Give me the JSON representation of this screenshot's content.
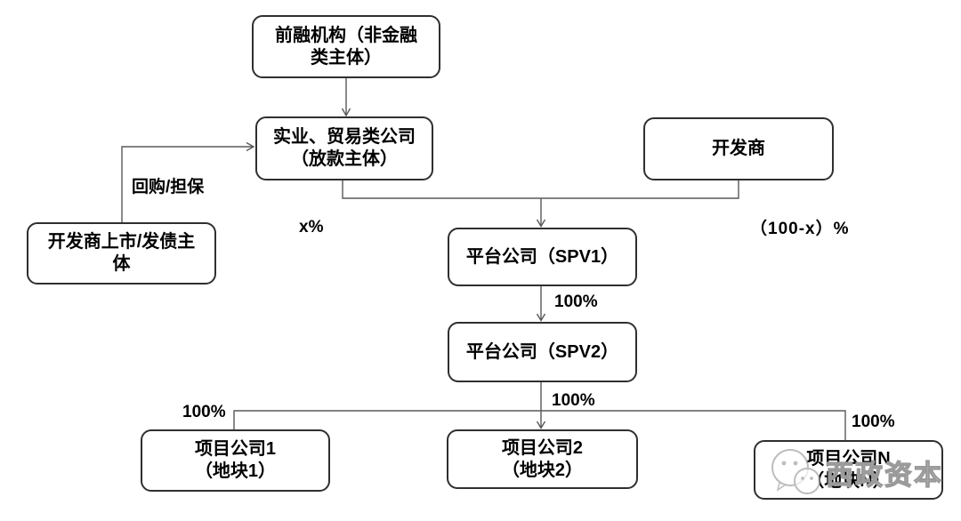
{
  "diagram": {
    "boxes": {
      "qianrong": {
        "line1": "前融机构（非金融",
        "line2": "类主体）"
      },
      "shiye": {
        "line1": "实业、贸易类公司",
        "line2": "（放款主体）"
      },
      "developer": {
        "line1": "开发商"
      },
      "listed": {
        "line1": "开发商上市/发债主",
        "line2": "体"
      },
      "spv1": {
        "line1": "平台公司（SPV1）"
      },
      "spv2": {
        "line1": "平台公司（SPV2）"
      },
      "proj1": {
        "line1": "项目公司1",
        "line2": "（地块1）"
      },
      "proj2": {
        "line1": "项目公司2",
        "line2": "（地块2）"
      },
      "projN": {
        "line1": "项目公司N",
        "line2": "（地块N）"
      }
    },
    "labels": {
      "buyback": "回购/担保",
      "x_pct": "x%",
      "remainder_pct": "（100-x）%",
      "pct_spv1_to_spv2": "100%",
      "pct_spv2_to_proj2": "100%",
      "pct_proj1": "100%",
      "pct_projN": "100%"
    },
    "watermark": {
      "text": "西政资本",
      "icon": "wechat-icon"
    },
    "colors": {
      "box_border": "#2f2f2f",
      "box_fill": "#ffffff",
      "connector": "#595959",
      "text": "#000000",
      "watermark": "#9a9a9a"
    }
  }
}
